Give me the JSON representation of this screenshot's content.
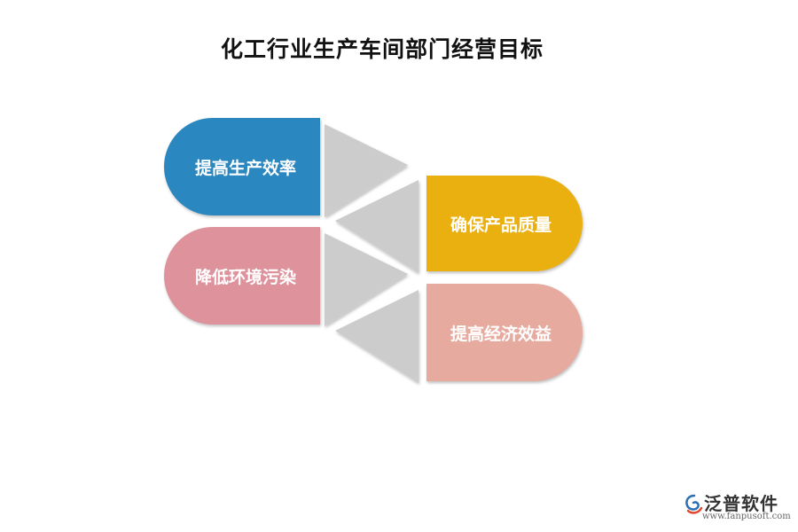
{
  "title": "化工行业生产车间部门经营目标",
  "items": [
    {
      "label": "提高生产效率",
      "color": "#2a87c0"
    },
    {
      "label": "降低环境污染",
      "color": "#de929c"
    },
    {
      "label": "确保产品质量",
      "color": "#eab00f"
    },
    {
      "label": "提高经济效益",
      "color": "#e6aa9f"
    }
  ],
  "arrow_color": "#cccccc",
  "logo": {
    "name": "泛普软件",
    "url": "www.fanpusoft.com",
    "icon": "swirl-logo-icon"
  }
}
